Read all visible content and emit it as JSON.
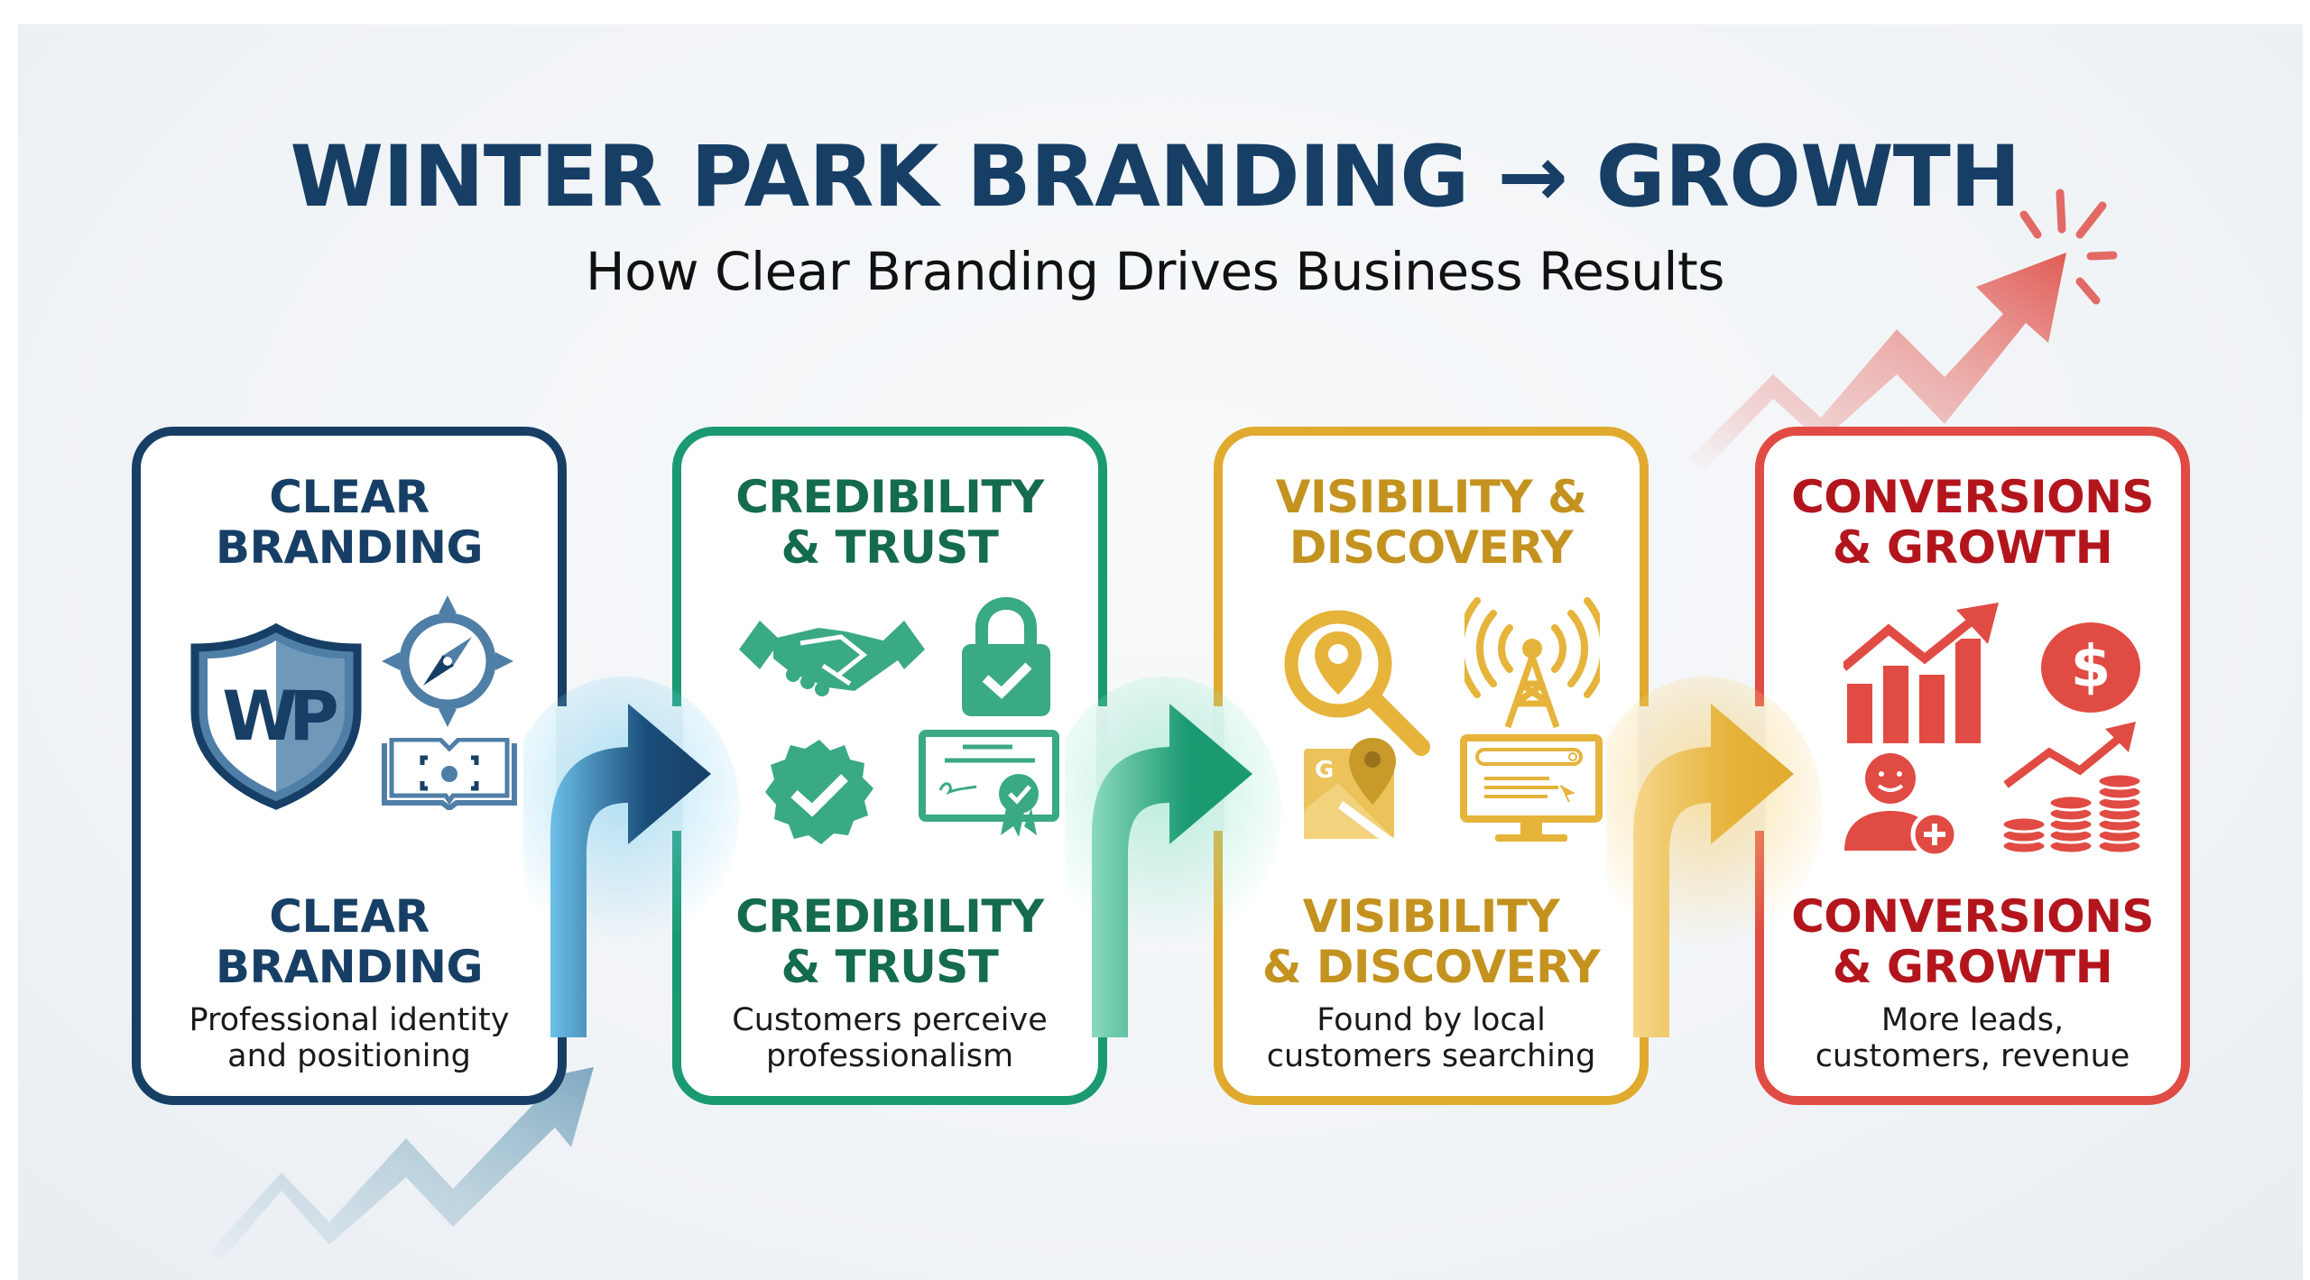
{
  "header": {
    "title": "WINTER PARK BRANDING → GROWTH",
    "subtitle": "How Clear Branding Drives Business Results"
  },
  "colors": {
    "navy": "#173f66",
    "blue_accent": "#4f7ea6",
    "green": "#1b9a72",
    "green_icon": "#3aa985",
    "gold": "#e0aa2e",
    "gold_text": "#c4921f",
    "red": "#e04b43",
    "red_text": "#b3151d"
  },
  "steps": [
    {
      "heading_top": [
        "CLEAR",
        "BRANDING"
      ],
      "heading_bottom": [
        "CLEAR",
        "BRANDING"
      ],
      "description": [
        "Professional identity",
        "and positioning"
      ],
      "icons": [
        "wp-shield-logo-icon",
        "compass-icon",
        "open-book-focus-icon"
      ]
    },
    {
      "heading_top": [
        "CREDIBILITY",
        "& TRUST"
      ],
      "heading_bottom": [
        "CREDIBILITY",
        "& TRUST"
      ],
      "description": [
        "Customers perceive",
        "professionalism"
      ],
      "icons": [
        "handshake-icon",
        "padlock-check-icon",
        "verified-badge-icon",
        "certificate-icon"
      ]
    },
    {
      "heading_top": [
        "VISIBILITY &",
        "DISCOVERY"
      ],
      "heading_bottom": [
        "VISIBILITY",
        "& DISCOVERY"
      ],
      "description": [
        "Found by local",
        "customers searching"
      ],
      "icons": [
        "search-location-icon",
        "broadcast-tower-icon",
        "google-maps-icon",
        "search-monitor-icon"
      ]
    },
    {
      "heading_top": [
        "CONVERSIONS",
        "& GROWTH"
      ],
      "heading_bottom": [
        "CONVERSIONS",
        "& GROWTH"
      ],
      "description": [
        "More leads,",
        "customers, revenue"
      ],
      "icons": [
        "bar-chart-growth-icon",
        "dollar-coin-icon",
        "add-customer-icon",
        "coin-stacks-growth-icon"
      ]
    }
  ],
  "logo_text": "WP"
}
